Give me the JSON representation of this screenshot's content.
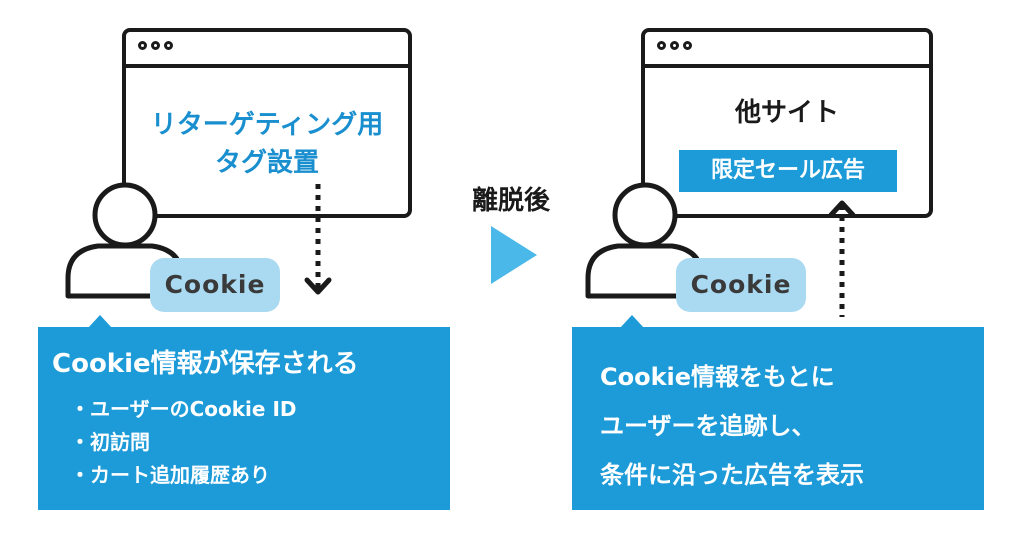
{
  "left_panel": {
    "window_title_line1": "リターゲティング用",
    "window_title_line2": "タグ設置",
    "cookie_label": "Cookie",
    "bubble": {
      "heading": "Cookie情報が保存される",
      "items": [
        "・ユーザーのCookie ID",
        "・初訪問",
        "・カート追加履歴あり"
      ]
    }
  },
  "middle": {
    "label": "離脱後"
  },
  "right_panel": {
    "window_title": "他サイト",
    "ad_banner": "限定セール広告",
    "cookie_label": "Cookie",
    "bubble": {
      "lines": [
        "Cookie情報をもとに",
        "ユーザーを追跡し、",
        "条件に沿った広告を表示"
      ]
    }
  },
  "colors": {
    "accent_blue": "#1d9bd8",
    "cookie_bg": "#a9daf2",
    "title_blue": "#1a8fcf",
    "arrow_blue": "#4ab8e8",
    "ink": "#1a1a1a"
  },
  "icons": [
    "browser-dots-icon",
    "user-silhouette-icon",
    "dotted-arrow-down-icon",
    "play-triangle-icon",
    "dotted-arrow-up-icon"
  ]
}
